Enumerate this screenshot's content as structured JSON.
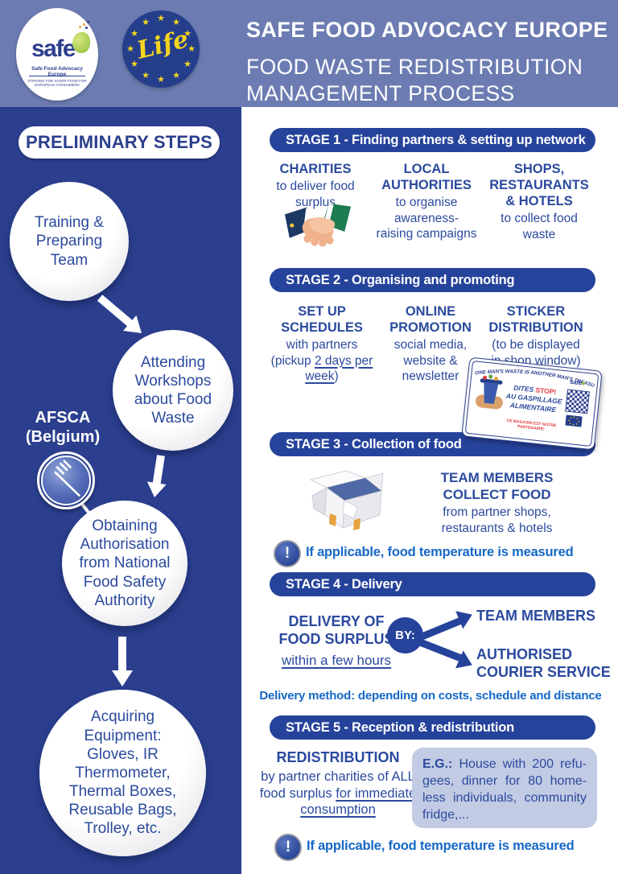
{
  "header": {
    "org": "SAFE FOOD ADVOCACY EUROPE",
    "title_line1": "FOOD WASTE REDISTRIBUTION",
    "title_line2": "MANAGEMENT PROCESS",
    "safe_logo": {
      "word": "safe",
      "subtitle": "Safe Food Advocacy Europe",
      "tagline": "STRIVING FOR SAFER FOOD FOR EUROPEAN CONSUMERS"
    },
    "life_logo": {
      "word": "Life"
    }
  },
  "sidebar": {
    "heading": "PRELIMINARY STEPS",
    "afsca": "AFSCA\n(Belgium)",
    "steps": [
      "Training &\nPreparing\nTeam",
      "Attending\nWorkshops\nabout Food\nWaste",
      "Obtaining\nAuthorisation\nfrom National\nFood Safety\nAuthority",
      "Acquiring\nEquipment:\nGloves, IR\nThermometer,\nThermal Boxes,\nReusable Bags,\nTrolley, etc."
    ]
  },
  "stage1": {
    "title": "STAGE 1 - Finding partners & setting up network",
    "col1": {
      "heading": "CHARITIES",
      "body": "to deliver food\nsurplus"
    },
    "col2": {
      "heading": "LOCAL\nAUTHORITIES",
      "body": "to organise\nawareness-\nraising campaigns"
    },
    "col3": {
      "heading": "SHOPS,\nRESTAURANTS\n& HOTELS",
      "body": "to collect food\nwaste"
    }
  },
  "stage2": {
    "title": "STAGE 2 - Organising and promoting",
    "col1": {
      "heading": "SET UP\nSCHEDULES",
      "body_pre": "with partners (pickup ",
      "body_underline": "2 days per week",
      "body_post": ")"
    },
    "col2": {
      "heading": "ONLINE\nPROMOTION",
      "body": "social media,\nwebsite &\nnewsletter"
    },
    "col3": {
      "heading": "STICKER\nDISTRIBUTION",
      "body": "(to be displayed\nin shop window)"
    },
    "sticker": {
      "arc": "ONE MAN'S WASTE IS ANOTHER MAN'S TREASURE",
      "dites": "DITES ",
      "stop": "STOP!",
      "line2": "AU GASPILLAGE",
      "line3": "ALIMENTAIRE",
      "partner": "CE MAGASIN EST NOTRE PARTENAIRE!",
      "safe_word": "safe"
    }
  },
  "stage3": {
    "title": "STAGE 3 - Collection of food",
    "heading": "TEAM MEMBERS\nCOLLECT FOOD",
    "body": "from partner shops,\nrestaurants & hotels",
    "note": "If applicable, food temperature is measured"
  },
  "stage4": {
    "title": "STAGE 4 - Delivery",
    "heading": "DELIVERY OF\nFOOD SURPLUS",
    "underline": "within a few hours",
    "by": "BY:",
    "option1": "TEAM MEMBERS",
    "option2": "AUTHORISED\nCOURIER SERVICE",
    "note": "Delivery method: depending on costs, schedule and distance"
  },
  "stage5": {
    "title": "STAGE 5 - Reception & redistribution",
    "heading": "REDISTRIBUTION",
    "body_pre": "by partner charities of ALL food surplus ",
    "body_underline": "for immediate consumption",
    "eg_label": "E.G.:",
    "eg_lines": [
      "House with 200 refu-",
      "gees, dinner for 80 home-",
      "less individuals, community",
      "fridge,..."
    ],
    "note": "If applicable, food temperature is measured"
  },
  "icons": {
    "alert": "!",
    "star": "★"
  },
  "colors": {
    "header_bg": "#6C7CB2",
    "sidebar_bg": "#2B3F8E",
    "stage_pill": "#26439B",
    "navy_text": "#2B4A9E",
    "bright_blue": "#1568C6",
    "red": "#E23A3F",
    "example_box_bg": "#C2CBE4",
    "handshake_green": "#1E7C52",
    "handshake_navy": "#1C3863",
    "star_yellow": "#F5D520"
  }
}
